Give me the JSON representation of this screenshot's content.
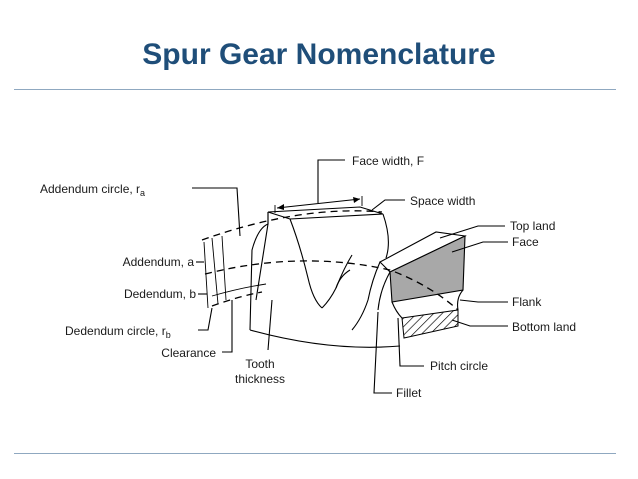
{
  "slide": {
    "title": "Spur Gear Nomenclature"
  },
  "labels": {
    "face_width": "Face width, F",
    "space_width": "Space width",
    "top_land": "Top land",
    "face": "Face",
    "flank": "Flank",
    "bottom_land": "Bottom land",
    "pitch_circle": "Pitch circle",
    "fillet": "Fillet",
    "tooth_thickness_1": "Tooth",
    "tooth_thickness_2": "thickness",
    "clearance": "Clearance",
    "dedendum_circle": "Dedendum circle, r",
    "dedendum_circle_sub": "b",
    "dedendum": "Dedendum, b",
    "addendum": "Addendum, a",
    "addendum_circle": "Addendum circle, r",
    "addendum_circle_sub": "a"
  }
}
